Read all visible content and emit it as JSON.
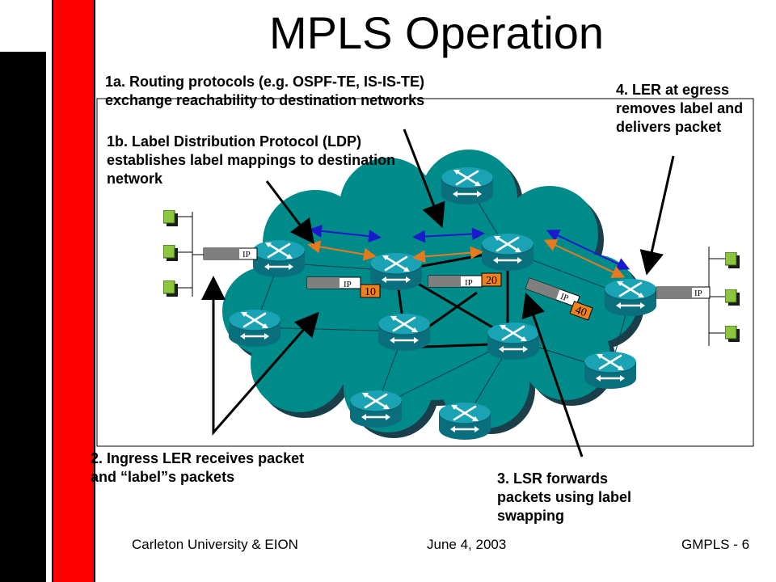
{
  "slide": {
    "title": "MPLS Operation",
    "labels": {
      "step1a_line1": "1a.  Routing protocols (e.g. OSPF-TE, IS-IS-TE)",
      "step1a_line2": "exchange reachability to destination networks",
      "step1b_line1": "1b. Label Distribution Protocol (LDP)",
      "step1b_line2": "establishes label mappings to destination",
      "step1b_line3": "network",
      "step2_line1": "2. Ingress LER receives packet",
      "step2_line2": "and “label”s packets",
      "step3_line1": "3. LSR forwards",
      "step3_line2": "packets using label",
      "step3_line3": "swapping",
      "step4_line1": "4. LER at egress",
      "step4_line2": "removes label and",
      "step4_line3": "delivers packet"
    },
    "packets": {
      "ip_text": "IP",
      "label_10": "10",
      "label_20": "20",
      "label_40": "40"
    },
    "footer": {
      "left": "Carleton University & EION",
      "center": "June 4, 2003",
      "right": "GMPLS - 6"
    },
    "colors": {
      "cloud": "#008b8b",
      "cloud_shadow": "#1a3f4a",
      "router": "#0e8a9c",
      "host": "#8cc63f",
      "label_box": "#f07f1e",
      "bar_red": "#ff0000",
      "arrow_blue": "#1a1acc",
      "arrow_orange": "#e87a1c"
    }
  }
}
